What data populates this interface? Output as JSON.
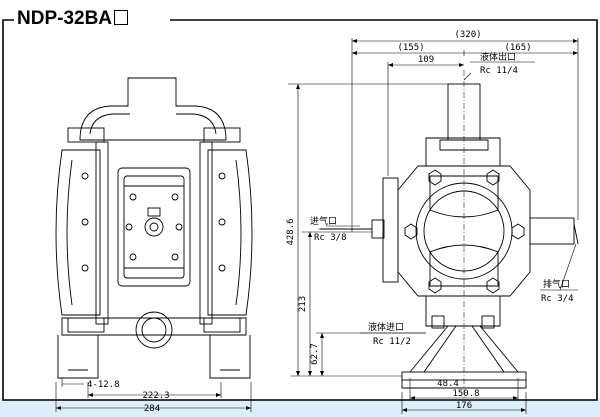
{
  "title": {
    "model": "NDP-32BA"
  },
  "front_view": {
    "dimensions": {
      "total_width": "284",
      "bolt_span": "222.3",
      "hole_spec": "4-12.8"
    }
  },
  "side_view": {
    "dimensions": {
      "overall_width": "(320)",
      "left_half": "(155)",
      "right_half": "(165)",
      "outlet_offset": "109",
      "height_total": "428.6",
      "height_inlet": "213",
      "height_base": "62.7",
      "base_half": "48.4",
      "base_span": "150.8",
      "base_width": "176"
    },
    "ports": {
      "liquid_outlet": {
        "label": "液体出口",
        "spec": "Rc 11/4"
      },
      "air_inlet": {
        "label": "进气口",
        "spec": "Rc 3/8"
      },
      "air_exhaust": {
        "label": "排气口",
        "spec": "Rc 3/4"
      },
      "liquid_inlet": {
        "label": "液体进口",
        "spec": "Rc 11/2"
      }
    }
  }
}
